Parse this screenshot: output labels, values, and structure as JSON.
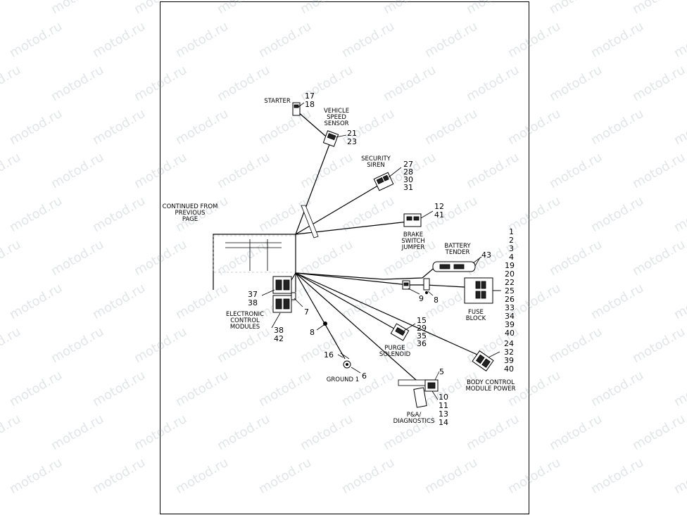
{
  "watermark": "motod.ru",
  "labels": {
    "starter": "STARTER",
    "vss": [
      "VEHICLE",
      "SPEED",
      "SENSOR"
    ],
    "siren": [
      "SECURITY",
      "SIREN"
    ],
    "continued": [
      "CONTINUED FROM",
      "PREVIOUS",
      "PAGE"
    ],
    "brake": [
      "BRAKE",
      "SWITCH",
      "JUMPER"
    ],
    "tender": [
      "BATTERY",
      "TENDER"
    ],
    "fuse": [
      "FUSE",
      "BLOCK"
    ],
    "ecm": [
      "ELECTRONIC",
      "CONTROL",
      "MODULES"
    ],
    "purge": [
      "PURGE",
      "SOLENOID"
    ],
    "ground": "GROUND 1",
    "bcm": [
      "BODY CONTROL",
      "MODULE POWER"
    ],
    "pa": [
      "P&A/",
      "DIAGNOSTICS"
    ]
  },
  "callouts": {
    "starter": [
      "17",
      "18"
    ],
    "vss": [
      "21",
      "23"
    ],
    "siren": [
      "27",
      "28",
      "30",
      "31"
    ],
    "brake": [
      "12",
      "41"
    ],
    "tender": "43",
    "fuse": [
      "1",
      "2",
      "3",
      "4",
      "19",
      "20",
      "22",
      "25",
      "26",
      "33",
      "34",
      "39",
      "40"
    ],
    "ecm_top": [
      "37",
      "38"
    ],
    "ecm_bottom": [
      "38",
      "42"
    ],
    "n7": "7",
    "n8a": "8",
    "n9": "9",
    "n8b": "8",
    "purge": [
      "15",
      "29",
      "35",
      "36"
    ],
    "n16": "16",
    "n6": "6",
    "bcm": [
      "24",
      "32",
      "39",
      "40"
    ],
    "n5": "5",
    "pa": [
      "10",
      "11",
      "13",
      "14"
    ]
  }
}
